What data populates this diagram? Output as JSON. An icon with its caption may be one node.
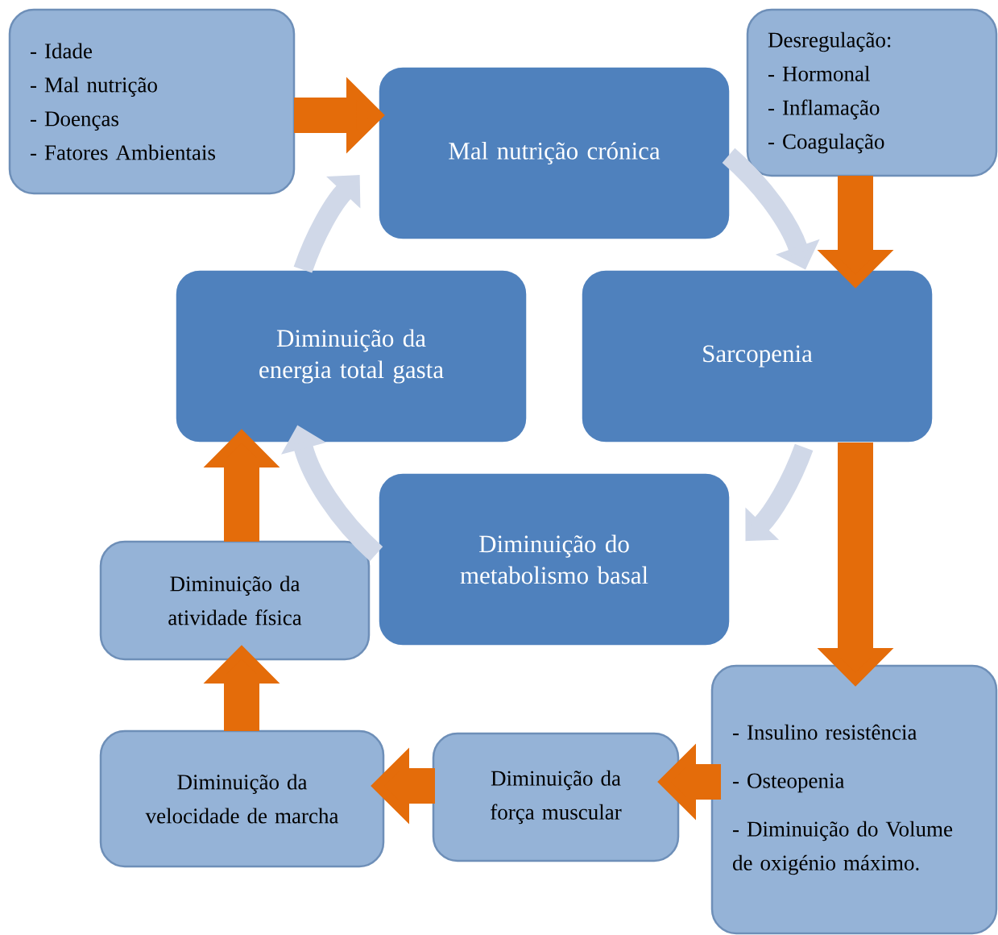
{
  "diagram": {
    "nodes": [
      {
        "text": [
          "- Idade",
          "- Mal nutrição",
          "- Doenças",
          "- Fatores Ambientais"
        ]
      },
      {
        "text": [
          "Mal nutrição crónica"
        ]
      },
      {
        "text": [
          "Desregulação:",
          "- Hormonal",
          "- Inflamação",
          "- Coagulação"
        ]
      },
      {
        "text": [
          "Sarcopenia"
        ]
      },
      {
        "text": [
          "Diminuição do metabolismo basal"
        ]
      },
      {
        "text": [
          "Diminuição da energia total gasta"
        ]
      },
      {
        "text": [
          "- Insulino resistência",
          "- Osteopenia",
          "- Diminuição do Volume de oxigénio máximo."
        ]
      },
      {
        "text": [
          "Diminuição da força muscular"
        ]
      },
      {
        "text": [
          "Diminuição da velocidade de marcha"
        ]
      },
      {
        "text": [
          "Diminuição da atividade física"
        ]
      }
    ],
    "edges": [
      {
        "from": 0,
        "to": 1,
        "arrow": "to"
      },
      {
        "from": 2,
        "to": 3,
        "arrow": "to"
      },
      {
        "from": 3,
        "to": 6,
        "arrow": "to"
      },
      {
        "from": 6,
        "to": 7,
        "arrow": "to"
      },
      {
        "from": 7,
        "to": 8,
        "arrow": "to"
      },
      {
        "from": 8,
        "to": 9,
        "arrow": "to"
      },
      {
        "from": 9,
        "to": 5,
        "arrow": "to"
      },
      {
        "from": 1,
        "to": 3,
        "arrow": "to",
        "color": "#d0d8e8"
      },
      {
        "from": 3,
        "to": 4,
        "arrow": "to",
        "color": "#d0d8e8"
      },
      {
        "from": 4,
        "to": 5,
        "arrow": "to",
        "color": "#d0d8e8"
      },
      {
        "from": 5,
        "to": 1,
        "arrow": "to",
        "color": "#d0d8e8"
      }
    ]
  }
}
